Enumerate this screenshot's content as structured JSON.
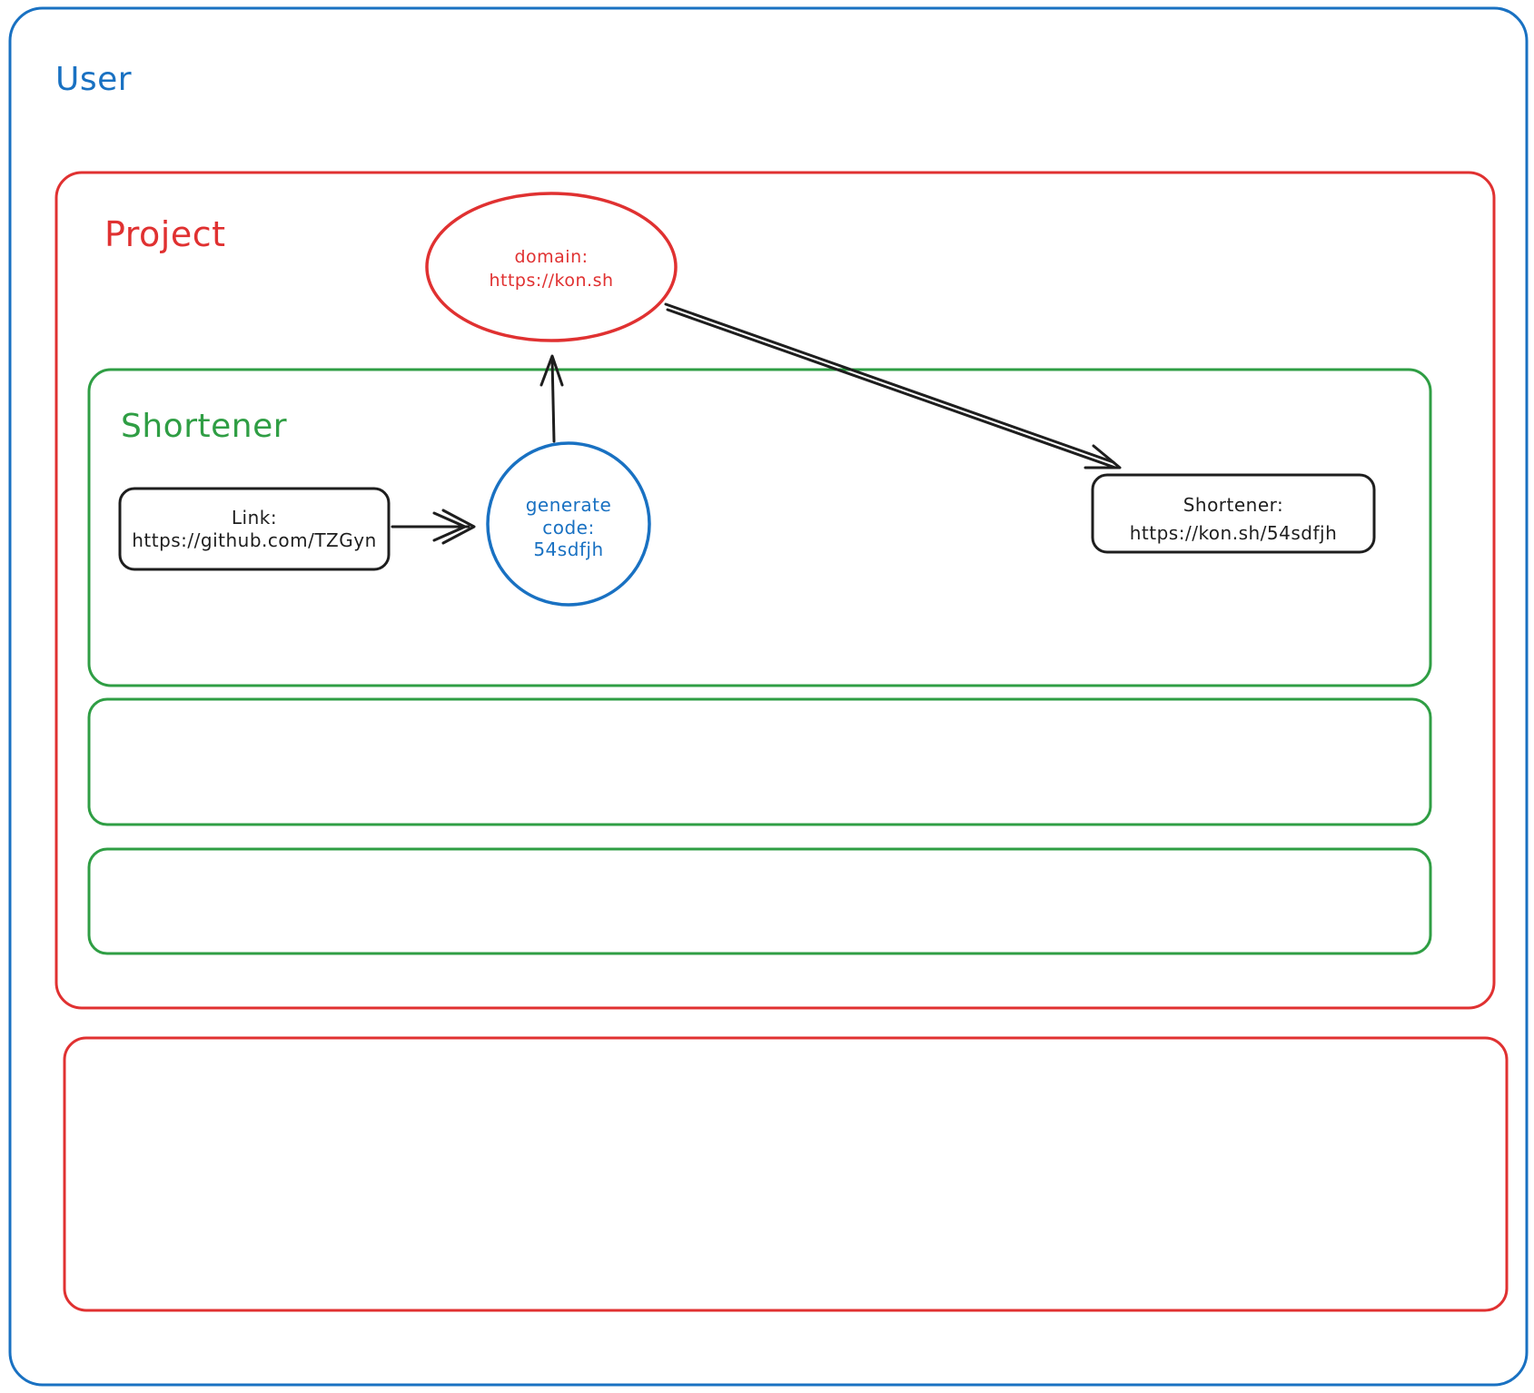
{
  "colors": {
    "blue": "#1971c2",
    "red": "#e03131",
    "green": "#2f9e44",
    "black": "#1e1e1e"
  },
  "diagram": {
    "containers": {
      "user": {
        "label": "User"
      },
      "project": {
        "label": "Project"
      },
      "shortener": {
        "label": "Shortener"
      }
    },
    "nodes": {
      "domain_ellipse": {
        "lines": [
          "domain:",
          "https://kon.sh"
        ]
      },
      "link_box": {
        "lines": [
          "Link:",
          "https://github.com/TZGyn"
        ]
      },
      "generate_circle": {
        "lines": [
          "generate",
          "code:",
          "54sdfjh"
        ]
      },
      "result_box": {
        "lines": [
          "Shortener:",
          "https://kon.sh/54sdfjh"
        ]
      }
    }
  }
}
